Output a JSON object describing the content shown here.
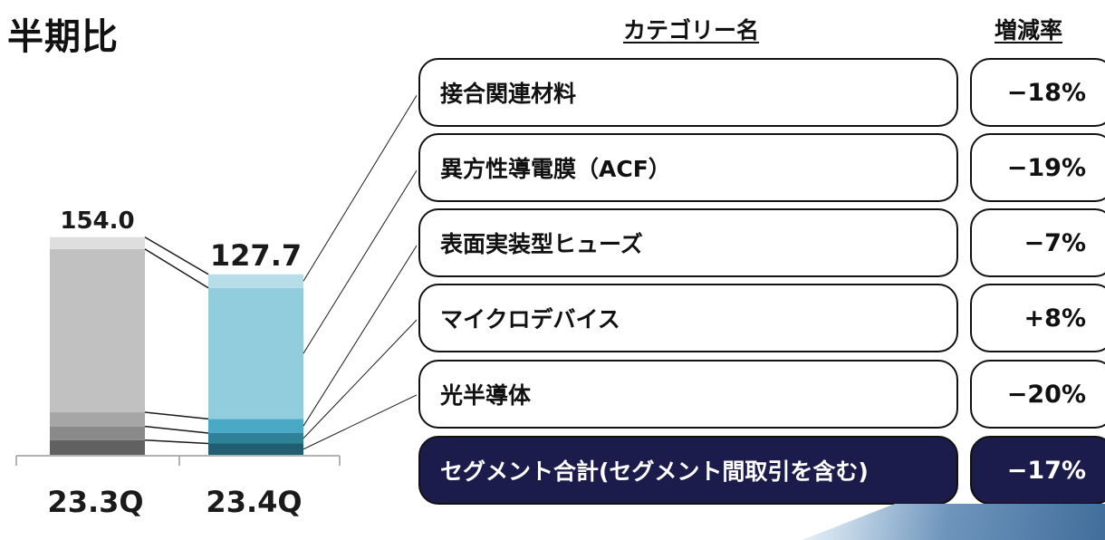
{
  "title": "半期比",
  "headers": {
    "category": "カテゴリー名",
    "rate": "増減率"
  },
  "rows": [
    {
      "name": "接合関連材料",
      "rate": "−18%"
    },
    {
      "name": "異方性導電膜（ACF）",
      "rate": "−19%"
    },
    {
      "name": "表面実装型ヒューズ",
      "rate": "−7%"
    },
    {
      "name": "マイクロデバイス",
      "rate": "+8%"
    },
    {
      "name": "光半導体",
      "rate": "−20%"
    }
  ],
  "total": {
    "name": "セグメント合計(セグメント間取引を含む)",
    "rate": "−17%"
  },
  "chart_data": {
    "type": "bar",
    "stacked": true,
    "categories": [
      "23.3Q",
      "23.4Q"
    ],
    "totals": [
      "154.0",
      "127.7"
    ],
    "series": [
      {
        "values": [
          10.4,
          8.0
        ]
      },
      {
        "values": [
          9.7,
          7.4
        ]
      },
      {
        "values": [
          10.0,
          10.0
        ]
      },
      {
        "values": [
          115.5,
          92.7
        ]
      },
      {
        "values": [
          8.4,
          9.6
        ]
      }
    ],
    "colors": {
      "23.3Q": [
        "#616161",
        "#8a8a8a",
        "#a6a6a6",
        "#c1c1c1",
        "#dedede"
      ],
      "23.4Q": [
        "#215e72",
        "#2f8197",
        "#4aa9c5",
        "#92cddd",
        "#b7dde9"
      ]
    }
  }
}
